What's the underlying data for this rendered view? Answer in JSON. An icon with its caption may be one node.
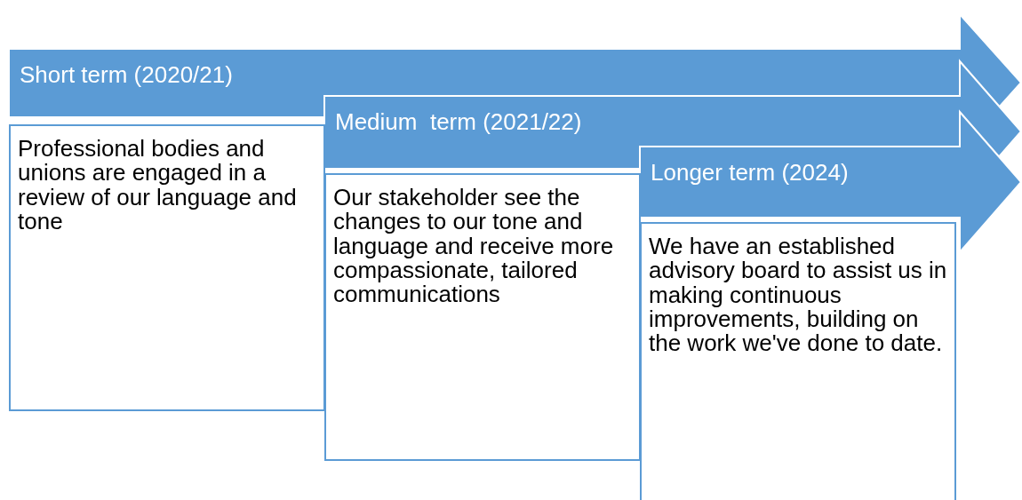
{
  "diagram": {
    "nodes": [
      {
        "text": [
          "Short term (2020/21)"
        ]
      },
      {
        "text": [
          "Medium  term (2021/22)"
        ]
      },
      {
        "text": [
          "Longer term (2024)"
        ]
      },
      {
        "text": [
          "Professional bodies and unions are engaged in a review of our language and tone"
        ]
      },
      {
        "text": [
          "Our stakeholder see the changes to our tone and language and receive more compassionate, tailored communications"
        ]
      },
      {
        "text": [
          "We have an established advisory board to assist us in making continuous improvements, building on the work we've done to date."
        ]
      }
    ]
  }
}
